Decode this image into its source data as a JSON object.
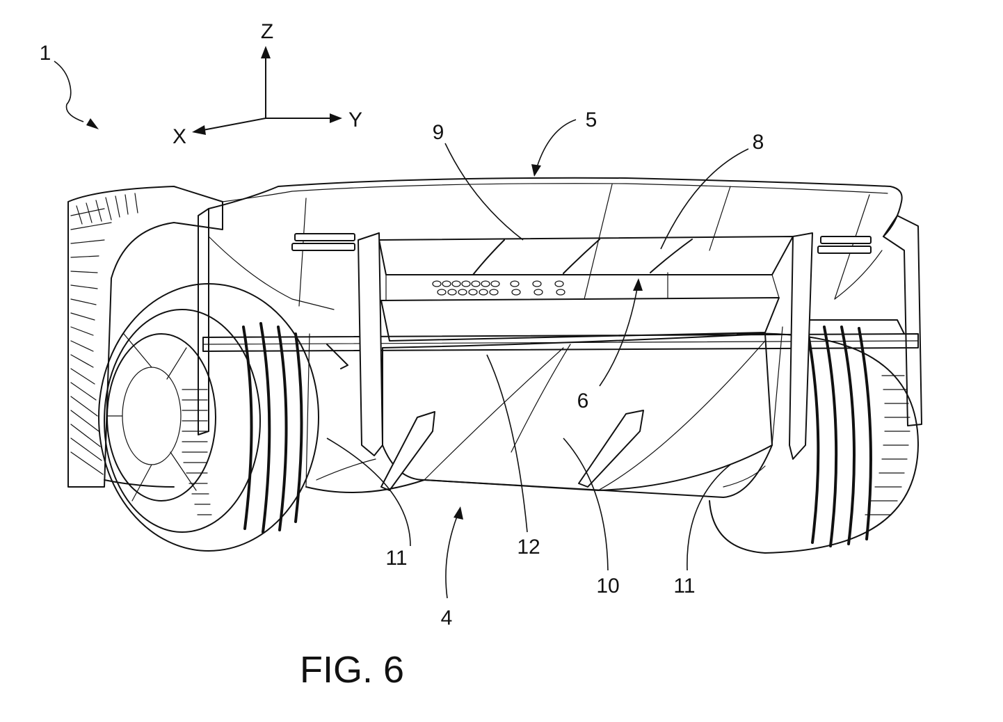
{
  "figure": {
    "caption": "FIG. 6"
  },
  "axes": {
    "z": "Z",
    "x": "X",
    "y": "Y"
  },
  "reference_numerals": {
    "vehicle": "1",
    "diffuser": "4",
    "rear_body": "5",
    "inner_channel": "6",
    "upper_slot": "8",
    "upper_edge": "9",
    "central_surface": "10",
    "fin_left": "11",
    "fin_right": "11",
    "central_duct": "12"
  }
}
